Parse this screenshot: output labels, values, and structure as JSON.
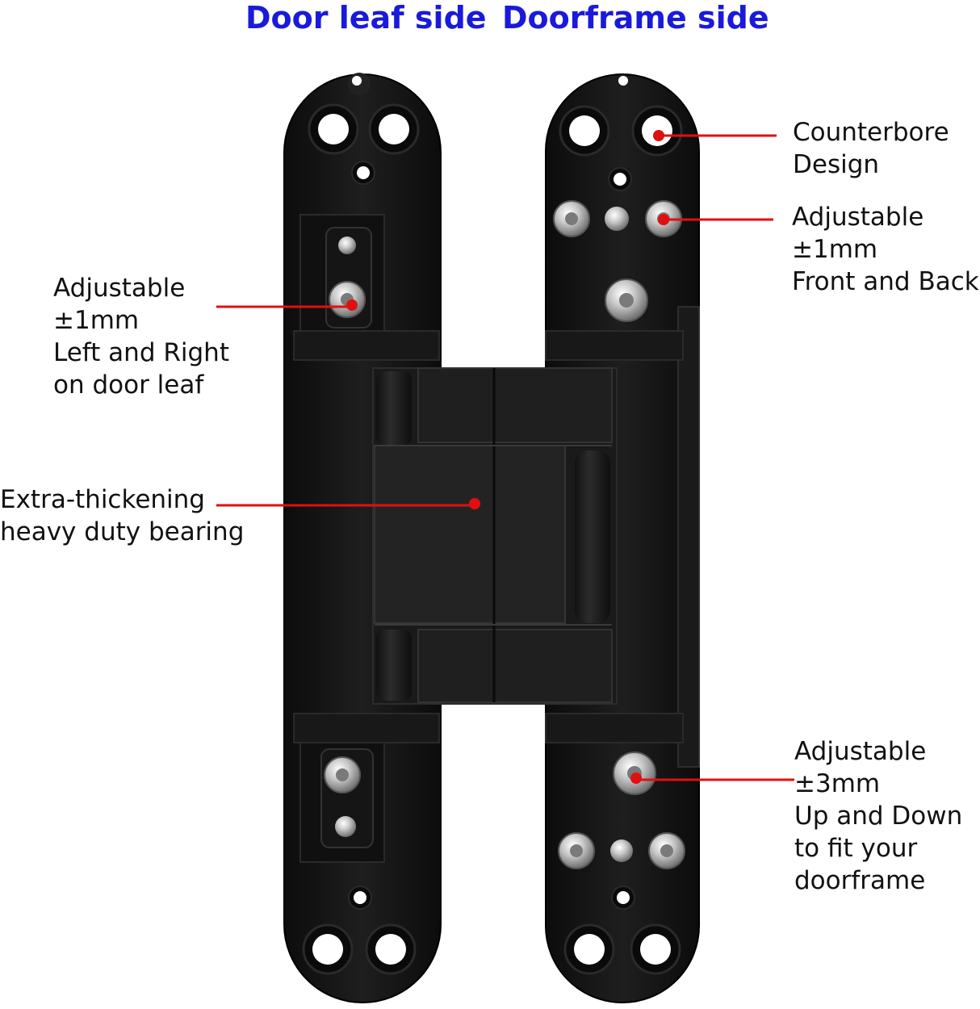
{
  "headings": {
    "door_leaf": "Door leaf side",
    "doorframe": "Doorframe side"
  },
  "callouts": {
    "counterbore": {
      "line1": "Counterbore",
      "line2": "Design"
    },
    "front_back": {
      "line1": "Adjustable",
      "line2": "±1mm",
      "line3": "Front and Back"
    },
    "left_right": {
      "line1": "Adjustable",
      "line2": "±1mm",
      "line3": "Left and Right",
      "line4": "on door leaf"
    },
    "bearing": {
      "line1": "Extra-thickening",
      "line2": "heavy duty bearing"
    },
    "up_down": {
      "line1": "Adjustable",
      "line2": "±3mm",
      "line3": "Up and Down",
      "line4": "to fit your",
      "line5": "doorframe"
    }
  },
  "colors": {
    "heading": "#1a1adb",
    "callout_line": "#e01010",
    "hinge_body": "#161616",
    "screw": "#c8c8c8"
  }
}
